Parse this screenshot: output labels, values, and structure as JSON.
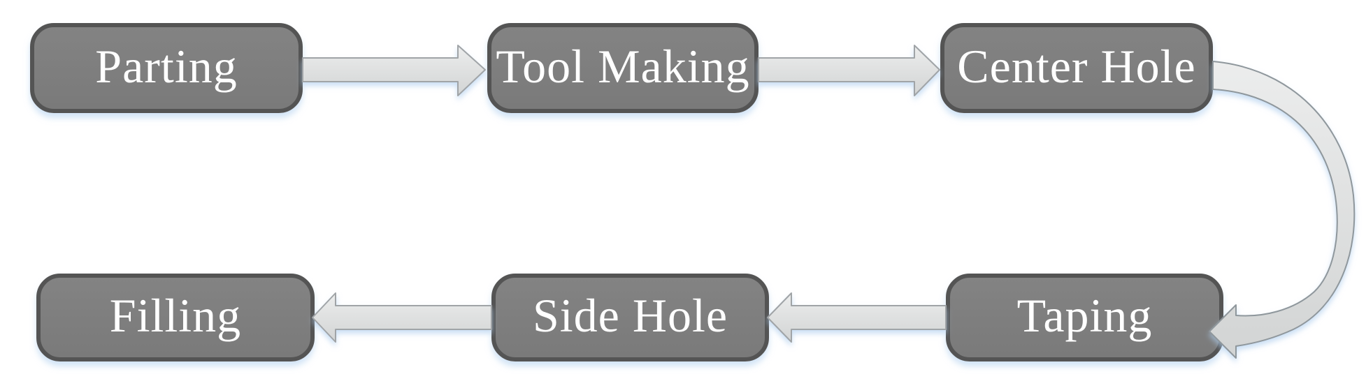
{
  "diagram": {
    "type": "process-flowchart",
    "nodes": [
      {
        "id": "parting",
        "label": "Parting"
      },
      {
        "id": "tool-making",
        "label": "Tool Making"
      },
      {
        "id": "center-hole",
        "label": "Center Hole"
      },
      {
        "id": "taping",
        "label": "Taping"
      },
      {
        "id": "side-hole",
        "label": "Side Hole"
      },
      {
        "id": "filling",
        "label": "Filling"
      }
    ],
    "flow_order": [
      "Parting",
      "Tool Making",
      "Center Hole",
      "Taping",
      "Side Hole",
      "Filling"
    ],
    "arrows": [
      {
        "from": "parting",
        "to": "tool-making",
        "style": "straight-block",
        "direction": "right"
      },
      {
        "from": "tool-making",
        "to": "center-hole",
        "style": "straight-block",
        "direction": "right"
      },
      {
        "from": "center-hole",
        "to": "taping",
        "style": "curved-block",
        "direction": "clockwise-down-left"
      },
      {
        "from": "taping",
        "to": "side-hole",
        "style": "straight-block",
        "direction": "left"
      },
      {
        "from": "side-hole",
        "to": "filling",
        "style": "straight-block",
        "direction": "left"
      }
    ],
    "colors": {
      "node_fill": "#7d7d7d",
      "node_border": "#545454",
      "node_text": "#ffffff",
      "arrow_fill_light": "#eceded",
      "arrow_fill_dark": "#d2d4d4",
      "arrow_stroke": "#a0a4a7",
      "shadow_glow": "#aecdee",
      "background": "#ffffff"
    }
  }
}
